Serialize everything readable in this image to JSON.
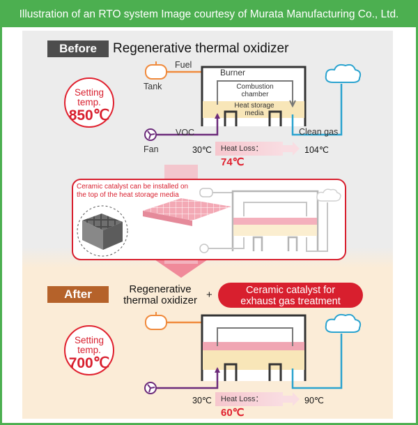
{
  "caption": "Illustration of an RTO system Image courtesy of Murata Manufacturing Co., Ltd.",
  "before": {
    "tag": "Before",
    "heading": "Regenerative thermal oxidizer",
    "setting_label_1": "Setting",
    "setting_label_2": "temp.",
    "setting_value": "850℃",
    "fuel": "Fuel",
    "burner": "Burner",
    "tank": "Tank",
    "combustion_1": "Combustion",
    "combustion_2": "chamber",
    "heat_media_1": "Heat storage",
    "heat_media_2": "media",
    "voc": "VOC",
    "fan": "Fan",
    "clean_gas": "Clean gas",
    "temp_in": "30℃",
    "heat_loss_label": "Heat Loss：",
    "heat_loss_value": "74℃",
    "temp_out": "104℃"
  },
  "middle": {
    "note_1": "Ceramic catalyst can be installed on",
    "note_2": "the top of the heat storage media"
  },
  "after": {
    "tag": "After",
    "heading_1": "Regenerative",
    "heading_2": "thermal oxidizer",
    "plus": "+",
    "pill_1": "Ceramic catalyst for",
    "pill_2": "exhaust gas treatment",
    "setting_label_1": "Setting",
    "setting_label_2": "temp.",
    "setting_value": "700℃",
    "temp_in": "30℃",
    "heat_loss_label": "Heat Loss：",
    "heat_loss_value": "60℃",
    "temp_out": "90℃"
  },
  "colors": {
    "brand_green": "#4caf50",
    "accent_red": "#d81f2e",
    "tag_before": "#4d4d4d",
    "tag_after": "#b5622a",
    "media": "#f8e6b8",
    "catalyst": "#f0a6b3",
    "fuel_line": "#f08a3c",
    "voc_line": "#6b2a7a",
    "clean_line": "#2aa3cf"
  }
}
